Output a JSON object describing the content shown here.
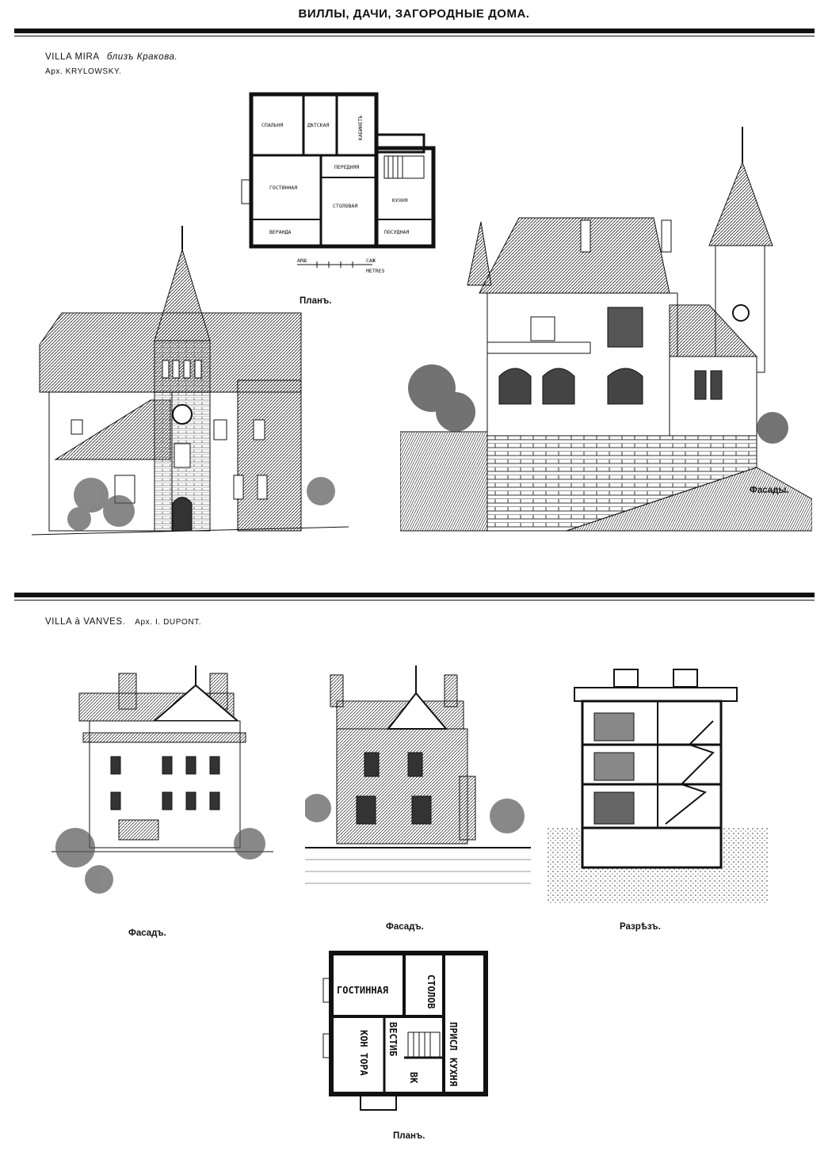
{
  "page": {
    "title": "ВИЛЛЫ, ДАЧИ, ЗАГОРОДНЫЕ ДОМА."
  },
  "section1": {
    "heading_name": "VILLA MIRA",
    "heading_place": "близъ Кракова.",
    "architect": "Арх. KRYLOWSKY.",
    "plan_caption": "Планъ.",
    "facades_caption": "Фасады.",
    "plan_rooms": [
      "СПАЛЬНЯ",
      "ДѢТСКАЯ",
      "КАБИНЕТЪ",
      "ПЕРЕДНЯЯ",
      "ГОСТИННАЯ",
      "СТОЛОВАЯ",
      "КУХНЯ",
      "ВЕРАНДА",
      "ПОСУДНАЯ"
    ],
    "plan_scale": [
      "ARШ",
      "САЖ",
      "METRES"
    ]
  },
  "section2": {
    "heading_name": "VILLA à VANVES.",
    "architect": "Арх. I. DUPONT.",
    "captions": [
      "Фасадъ.",
      "Фасадъ.",
      "Разрѣзъ."
    ],
    "plan_caption": "Планъ.",
    "plan_rooms": [
      "ГОСТИННАЯ",
      "СТОЛОВ",
      "ПРИСЛ",
      "КУХНЯ",
      "ВЕСТИБ",
      "КОН ТОРА",
      "ВК"
    ]
  }
}
